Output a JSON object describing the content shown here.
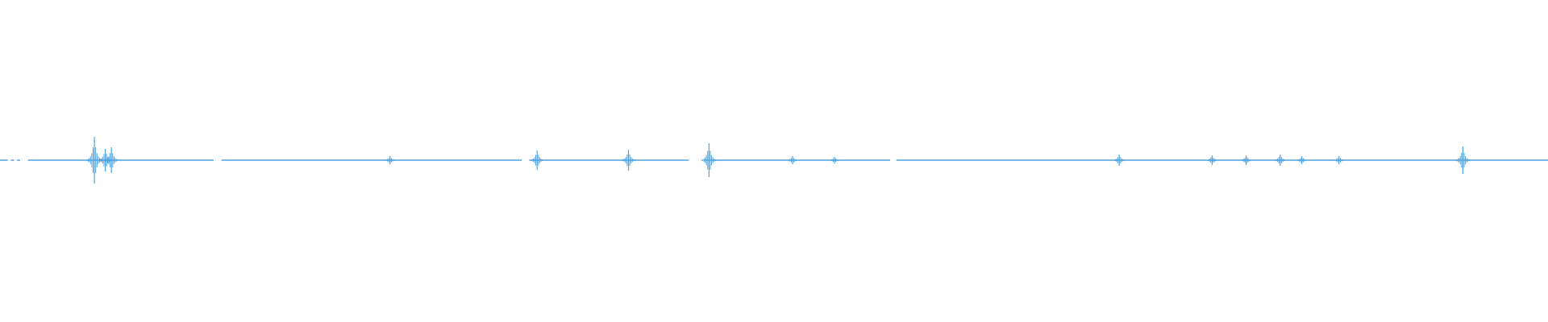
{
  "waveform": {
    "color": "#4da3e0",
    "background": "#ffffff",
    "segments": [
      [
        0.0,
        0.005
      ],
      [
        0.007,
        0.009
      ],
      [
        0.011,
        0.013
      ],
      [
        0.018,
        0.138
      ],
      [
        0.143,
        0.337
      ],
      [
        0.342,
        0.445
      ],
      [
        0.455,
        0.575
      ],
      [
        0.579,
        1.0
      ]
    ],
    "spikes": [
      {
        "t": 0.061,
        "amp": 0.145
      },
      {
        "t": 0.068,
        "amp": 0.07
      },
      {
        "t": 0.072,
        "amp": 0.08
      },
      {
        "t": 0.252,
        "amp": 0.025
      },
      {
        "t": 0.347,
        "amp": 0.06
      },
      {
        "t": 0.406,
        "amp": 0.065
      },
      {
        "t": 0.458,
        "amp": 0.105
      },
      {
        "t": 0.512,
        "amp": 0.025
      },
      {
        "t": 0.539,
        "amp": 0.02
      },
      {
        "t": 0.723,
        "amp": 0.035
      },
      {
        "t": 0.783,
        "amp": 0.03
      },
      {
        "t": 0.805,
        "amp": 0.03
      },
      {
        "t": 0.827,
        "amp": 0.035
      },
      {
        "t": 0.841,
        "amp": 0.025
      },
      {
        "t": 0.865,
        "amp": 0.025
      },
      {
        "t": 0.945,
        "amp": 0.085
      }
    ]
  }
}
